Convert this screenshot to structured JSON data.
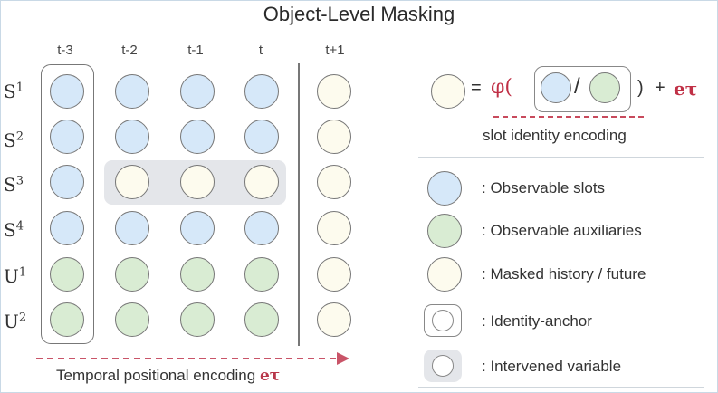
{
  "title": "Object-Level Masking",
  "columns": [
    "t-3",
    "t-2",
    "t-1",
    "t",
    "t+1"
  ],
  "rows": [
    {
      "letter": "S",
      "sup": "1"
    },
    {
      "letter": "S",
      "sup": "2"
    },
    {
      "letter": "S",
      "sup": "3"
    },
    {
      "letter": "S",
      "sup": "4"
    },
    {
      "letter": "U",
      "sup": "1"
    },
    {
      "letter": "U",
      "sup": "2"
    }
  ],
  "grid_states": [
    [
      "observable",
      "observable",
      "observable",
      "observable",
      "masked"
    ],
    [
      "observable",
      "observable",
      "observable",
      "observable",
      "masked"
    ],
    [
      "observable",
      "masked",
      "masked",
      "masked",
      "masked"
    ],
    [
      "observable",
      "observable",
      "observable",
      "observable",
      "masked"
    ],
    [
      "auxiliary",
      "auxiliary",
      "auxiliary",
      "auxiliary",
      "masked"
    ],
    [
      "auxiliary",
      "auxiliary",
      "auxiliary",
      "auxiliary",
      "masked"
    ]
  ],
  "temporal_encoding": {
    "text": "Temporal positional encoding",
    "symbol": "eτ"
  },
  "equation": {
    "equals": "=",
    "phi": "φ(",
    "slash": "/",
    "close": ")",
    "plus": "+",
    "term": "eτ"
  },
  "slot_identity_label": "slot identity encoding",
  "legend": [
    {
      "key": "observable",
      "text": ": Observable slots"
    },
    {
      "key": "auxiliary",
      "text": ": Observable auxiliaries"
    },
    {
      "key": "masked",
      "text": ": Masked history / future"
    },
    {
      "key": "anchor",
      "text": ": Identity-anchor"
    },
    {
      "key": "intervened",
      "text": ": Intervened variable"
    }
  ],
  "colors": {
    "observable": "#d6e8f9",
    "auxiliary": "#d9ecd3",
    "masked": "#fdfbee",
    "intervened_bg": "#e4e6ea",
    "accent_red": "#c03046",
    "arrow_red": "#c95468"
  }
}
